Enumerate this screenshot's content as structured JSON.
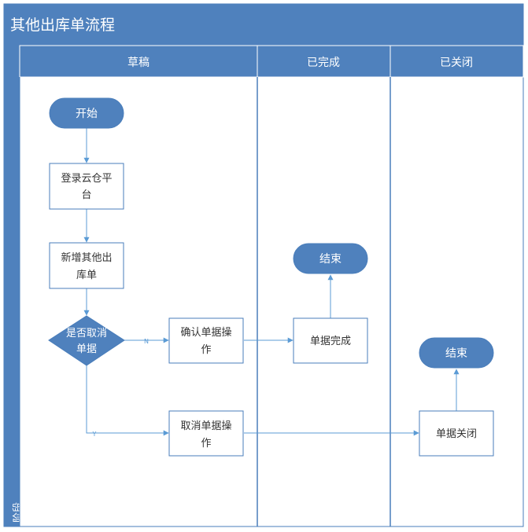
{
  "title": "其他出库单流程",
  "side_label": "阶段",
  "lanes": [
    {
      "label": "草稿"
    },
    {
      "label": "已完成"
    },
    {
      "label": "已关闭"
    }
  ],
  "nodes": {
    "start": {
      "label": "开始"
    },
    "login": {
      "line1": "登录云仓平",
      "line2": "台"
    },
    "create": {
      "line1": "新增其他出",
      "line2": "库单"
    },
    "decision": {
      "line1": "是否取消",
      "line2": "单据"
    },
    "confirm": {
      "line1": "确认单据操",
      "line2": "作"
    },
    "cancel": {
      "line1": "取消单据操",
      "line2": "作"
    },
    "done": {
      "label": "单据完成"
    },
    "closed": {
      "label": "单据关闭"
    },
    "end1": {
      "label": "结束"
    },
    "end2": {
      "label": "结束"
    }
  },
  "edge_labels": {
    "no": "N",
    "yes": "Y"
  },
  "colors": {
    "header_blue": "#4f81bd",
    "stroke_blue": "#4a7ebb",
    "terminator_fill": "#4f81bd",
    "process_fill": "#ffffff",
    "text_dark": "#333333",
    "arrow": "#5b9bd5"
  }
}
